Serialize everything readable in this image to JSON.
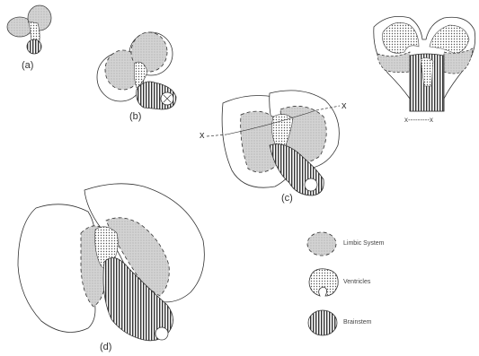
{
  "figures": {
    "a": {
      "label": "(a)"
    },
    "b": {
      "label": "(b)"
    },
    "c": {
      "label": "(c)"
    },
    "d": {
      "label": "(d)"
    }
  },
  "section": {
    "left_marker": "x",
    "right_marker": "x",
    "cross_section_label": "x---------x"
  },
  "legend": {
    "items": [
      {
        "label": "Limbic System",
        "icon": "dashed-stippled-blob-icon"
      },
      {
        "label": "Ventricles",
        "icon": "dotted-blob-icon"
      },
      {
        "label": "Brainstem",
        "icon": "vertical-striped-blob-icon"
      }
    ]
  },
  "colors": {
    "ink": "#333333",
    "limbic_fill": "#d2d2d2",
    "ventricle_dot": "#555555",
    "background": "#ffffff"
  }
}
